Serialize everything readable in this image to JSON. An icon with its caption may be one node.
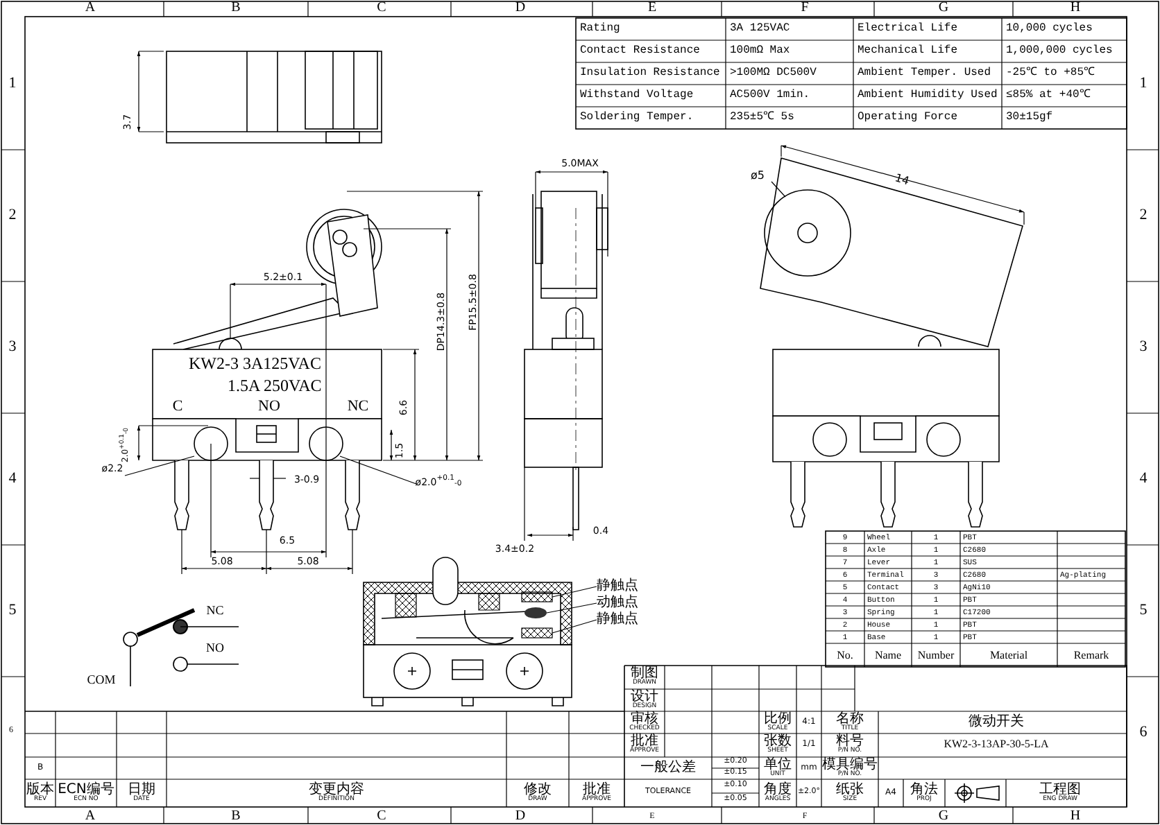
{
  "diagram": {
    "nodes": [
      {
        "text": [
          "静触点"
        ]
      },
      {
        "text": [
          "动触点"
        ]
      },
      {
        "text": [
          "静触点"
        ]
      },
      {
        "text": [],
        "shape": "box"
      },
      {
        "text": [],
        "shape": "ellipse"
      },
      {
        "text": [],
        "shape": "box"
      }
    ],
    "edges": [
      {
        "from": 0,
        "to": 3,
        "arrow": "none"
      },
      {
        "from": 1,
        "to": 4,
        "arrow": "none"
      },
      {
        "from": 2,
        "to": 5,
        "arrow": "none"
      }
    ],
    "labels": [
      "A",
      "B",
      "C",
      "D",
      "E",
      "F",
      "G",
      "H",
      "Rating",
      "3A 125VAC",
      "Electrical Life",
      "10,000 cycles",
      "Contact Resistance",
      "100mΩ Max",
      "Mechanical Life",
      "1,000,000 cycles",
      "Insulation Resistance",
      ">100MΩ DC500V",
      "Ambient Temper. Used",
      "-25℃ to +85℃",
      "Withstand Voltage",
      "AC500V 1min.",
      "Ambient Humidity Used",
      "≤85% at +40℃",
      "Soldering Temper.",
      "235±5℃ 5s",
      "Operating Force",
      "30±15gf",
      "1",
      "2",
      "3",
      "4",
      "5",
      "6",
      "1",
      "2",
      "3",
      "4",
      "5",
      "6",
      "3.7",
      "5.2±0.1",
      "DP14.3±0.8",
      "FP15.5±0.8",
      "KW2-3 3A125VAC",
      "1.5A 250VAC",
      "C",
      "NO",
      "NC",
      "6.6",
      "2.0$^{+0.1}$$_{-0}$",
      "1.5",
      "ø2.2",
      "3-0.9",
      "ø2.0$^{+0.1}$$_{-0}$",
      "6.5",
      "5.08",
      "5.08",
      "5.0MAX",
      "0.4",
      "3.4±0.2",
      "ø5",
      "14",
      "9",
      "Wheel",
      "1",
      "PBT",
      "8",
      "Axle",
      "1",
      "C2680",
      "7",
      "Lever",
      "1",
      "SUS",
      "6",
      "Terminal",
      "3",
      "C2680",
      "Ag-plating",
      "5",
      "Contact",
      "3",
      "AgNi10",
      "4",
      "Button",
      "1",
      "PBT",
      "3",
      "Spring",
      "1",
      "C17200",
      "2",
      "House",
      "1",
      "PBT",
      "1",
      "Base",
      "1",
      "PBT",
      "No.",
      "Name",
      "Number",
      "Material",
      "Remark",
      "NC",
      "NO",
      "COM",
      "制图",
      "DRAWN",
      "设计",
      "DESIGN",
      "审核",
      "CHECKED",
      "批准",
      "APPROVE",
      "比例",
      "SCALE",
      "4:1",
      "名称",
      "TITLE",
      "微动开关",
      "张数",
      "SHEET",
      "1/1",
      "料号",
      "P/N NO.",
      "KW2-3-13AP-30-5-LA",
      "B",
      "一般公差",
      "±0.20",
      "±0.15",
      "单位",
      "UNIT",
      "mm",
      "模具编号",
      "P/N NO.",
      "版本",
      "REV",
      "ECN编号",
      "ECN NO",
      "日期",
      "DATE",
      "变更内容",
      "DEFINITION",
      "修改",
      "DRAW",
      "批准",
      "APPROVE",
      "TOLERANCE",
      "±0.10",
      "±0.05",
      "角度",
      "ANGLES",
      "±2.0°",
      "纸张",
      "SIZE",
      "A4",
      "角法",
      "PROJ",
      "工程图",
      "ENG DRAW",
      "A",
      "B",
      "C",
      "D",
      "E",
      "F",
      "G",
      "H"
    ]
  }
}
